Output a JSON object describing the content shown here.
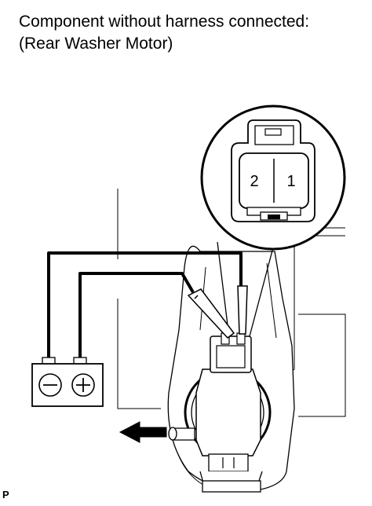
{
  "heading": {
    "line1": "Component without harness connected:",
    "line2": "(Rear Washer Motor)"
  },
  "connector": {
    "pins": [
      "2",
      "1"
    ]
  },
  "battery": {
    "negative_symbol": "⊖",
    "positive_symbol": "⊕"
  },
  "corner_label": "P",
  "arrow": {
    "direction": "left"
  },
  "colors": {
    "line": "#000000",
    "fill": "#ffffff",
    "shade": "#dcdcdc"
  }
}
